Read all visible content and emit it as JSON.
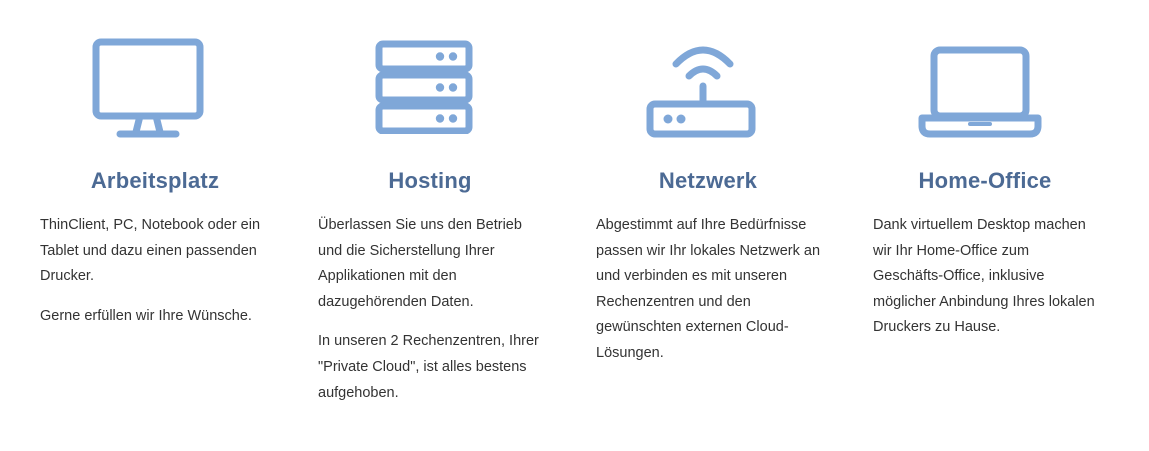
{
  "features": [
    {
      "icon": "monitor-icon",
      "title": "Arbeitsplatz",
      "paragraphs": [
        "ThinClient, PC, Notebook oder ein Tablet und dazu einen passenden Drucker.",
        "Gerne erfüllen wir Ihre Wünsche."
      ]
    },
    {
      "icon": "server-icon",
      "title": "Hosting",
      "paragraphs": [
        "Überlassen Sie uns den Betrieb und die Sicherstellung Ihrer Applikationen mit den dazugehörenden Daten.",
        "In unseren 2 Rechenzentren, Ihrer \"Private Cloud\", ist alles bestens aufgehoben."
      ]
    },
    {
      "icon": "router-icon",
      "title": "Netzwerk",
      "paragraphs": [
        "Abgestimmt auf Ihre Bedürfnisse passen wir Ihr lokales Netzwerk an und verbinden es mit unseren Rechenzentren und den gewünschten externen Cloud-Lösungen."
      ]
    },
    {
      "icon": "laptop-icon",
      "title": "Home-Office",
      "paragraphs": [
        "Dank virtuellem Desktop machen wir Ihr Home-Office zum Geschäfts-Office, inklusive möglicher Anbindung Ihres lokalen Druckers zu Hause."
      ]
    }
  ],
  "colors": {
    "icon": "#7fa7d8",
    "title": "#4c6a94",
    "text": "#333333"
  }
}
